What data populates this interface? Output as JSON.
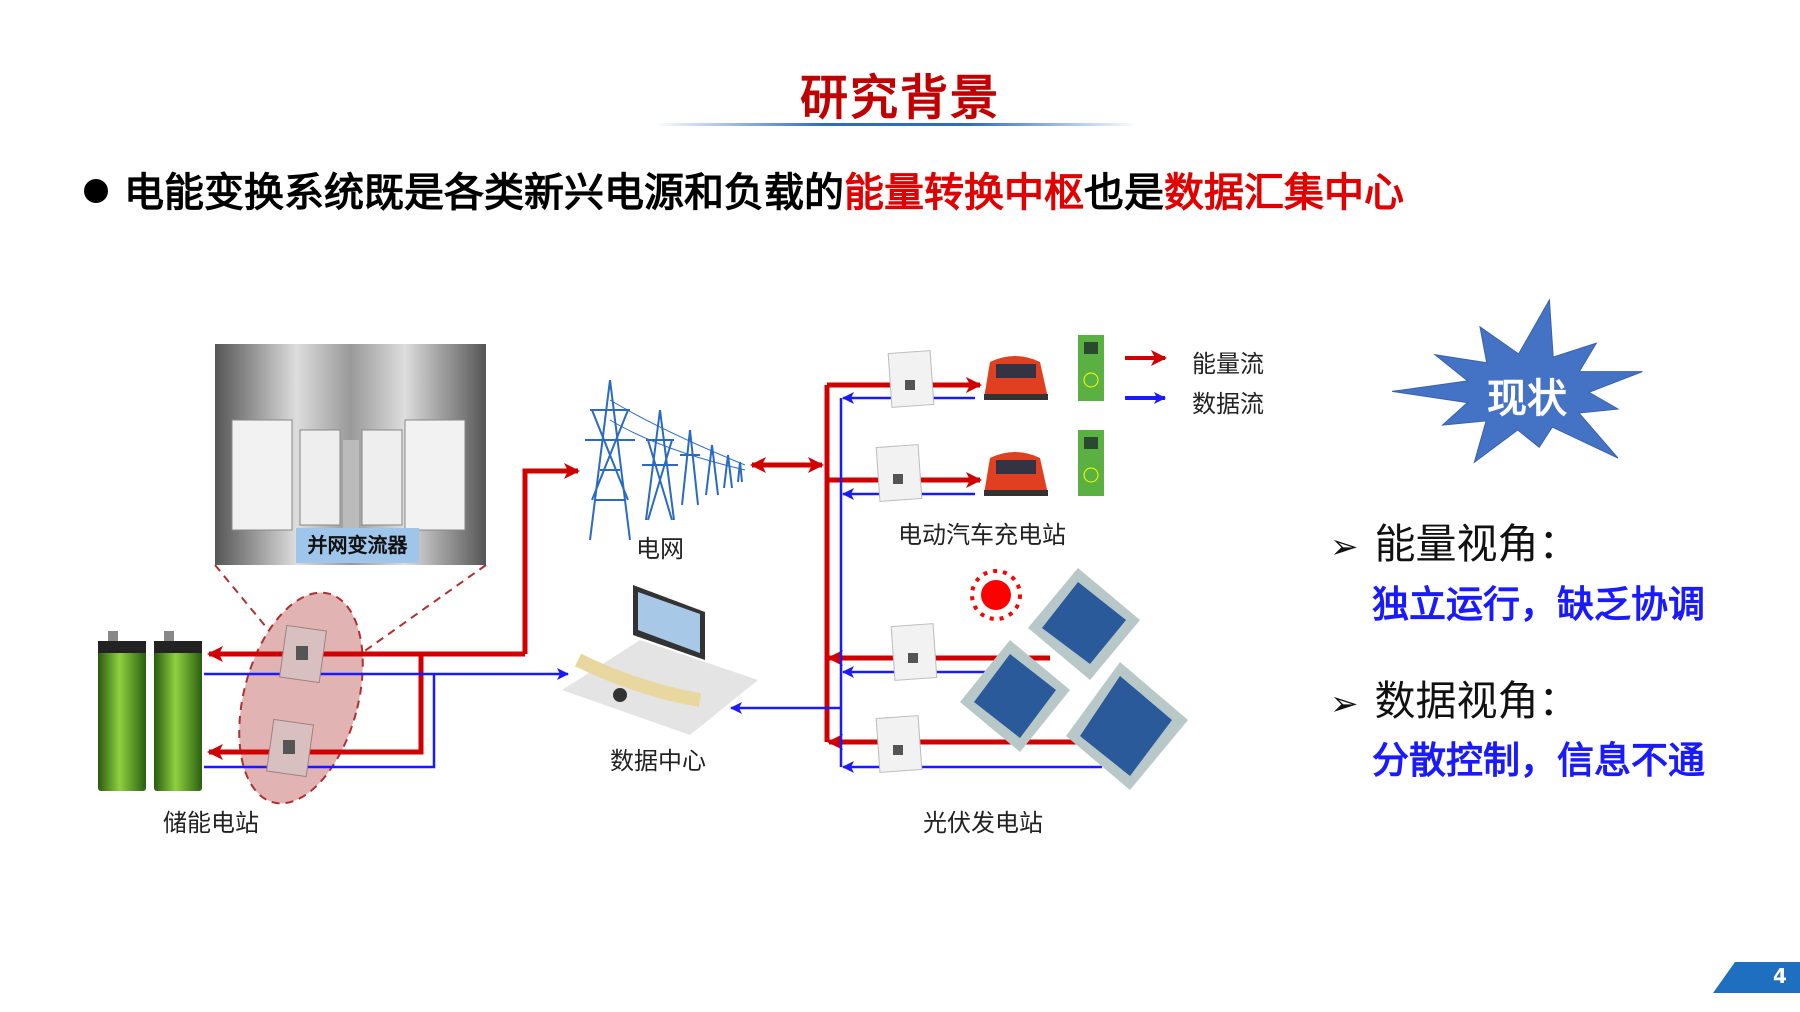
{
  "title": "研究背景",
  "bullet": {
    "part1": "电能变换系统既是各类新兴电源和负载的",
    "highlight1": "能量转换中枢",
    "part2": "也是",
    "highlight2": "数据汇集中心"
  },
  "diagram": {
    "photo_label": "并网变流器",
    "grid_label": "电网",
    "storage_label": "储能电站",
    "datacenter_label": "数据中心",
    "ev_label": "电动汽车充电站",
    "pv_label": "光伏发电站",
    "legend": {
      "energy": "能量流",
      "data": "数据流"
    },
    "colors": {
      "energy": "#d00000",
      "data": "#1a1aff"
    }
  },
  "status": {
    "badge": "现状",
    "points": [
      {
        "heading": "能量视角：",
        "detail": "独立运行，缺乏协调"
      },
      {
        "heading": "数据视角：",
        "detail": "分散控制，信息不通"
      }
    ]
  },
  "page_number": "4"
}
